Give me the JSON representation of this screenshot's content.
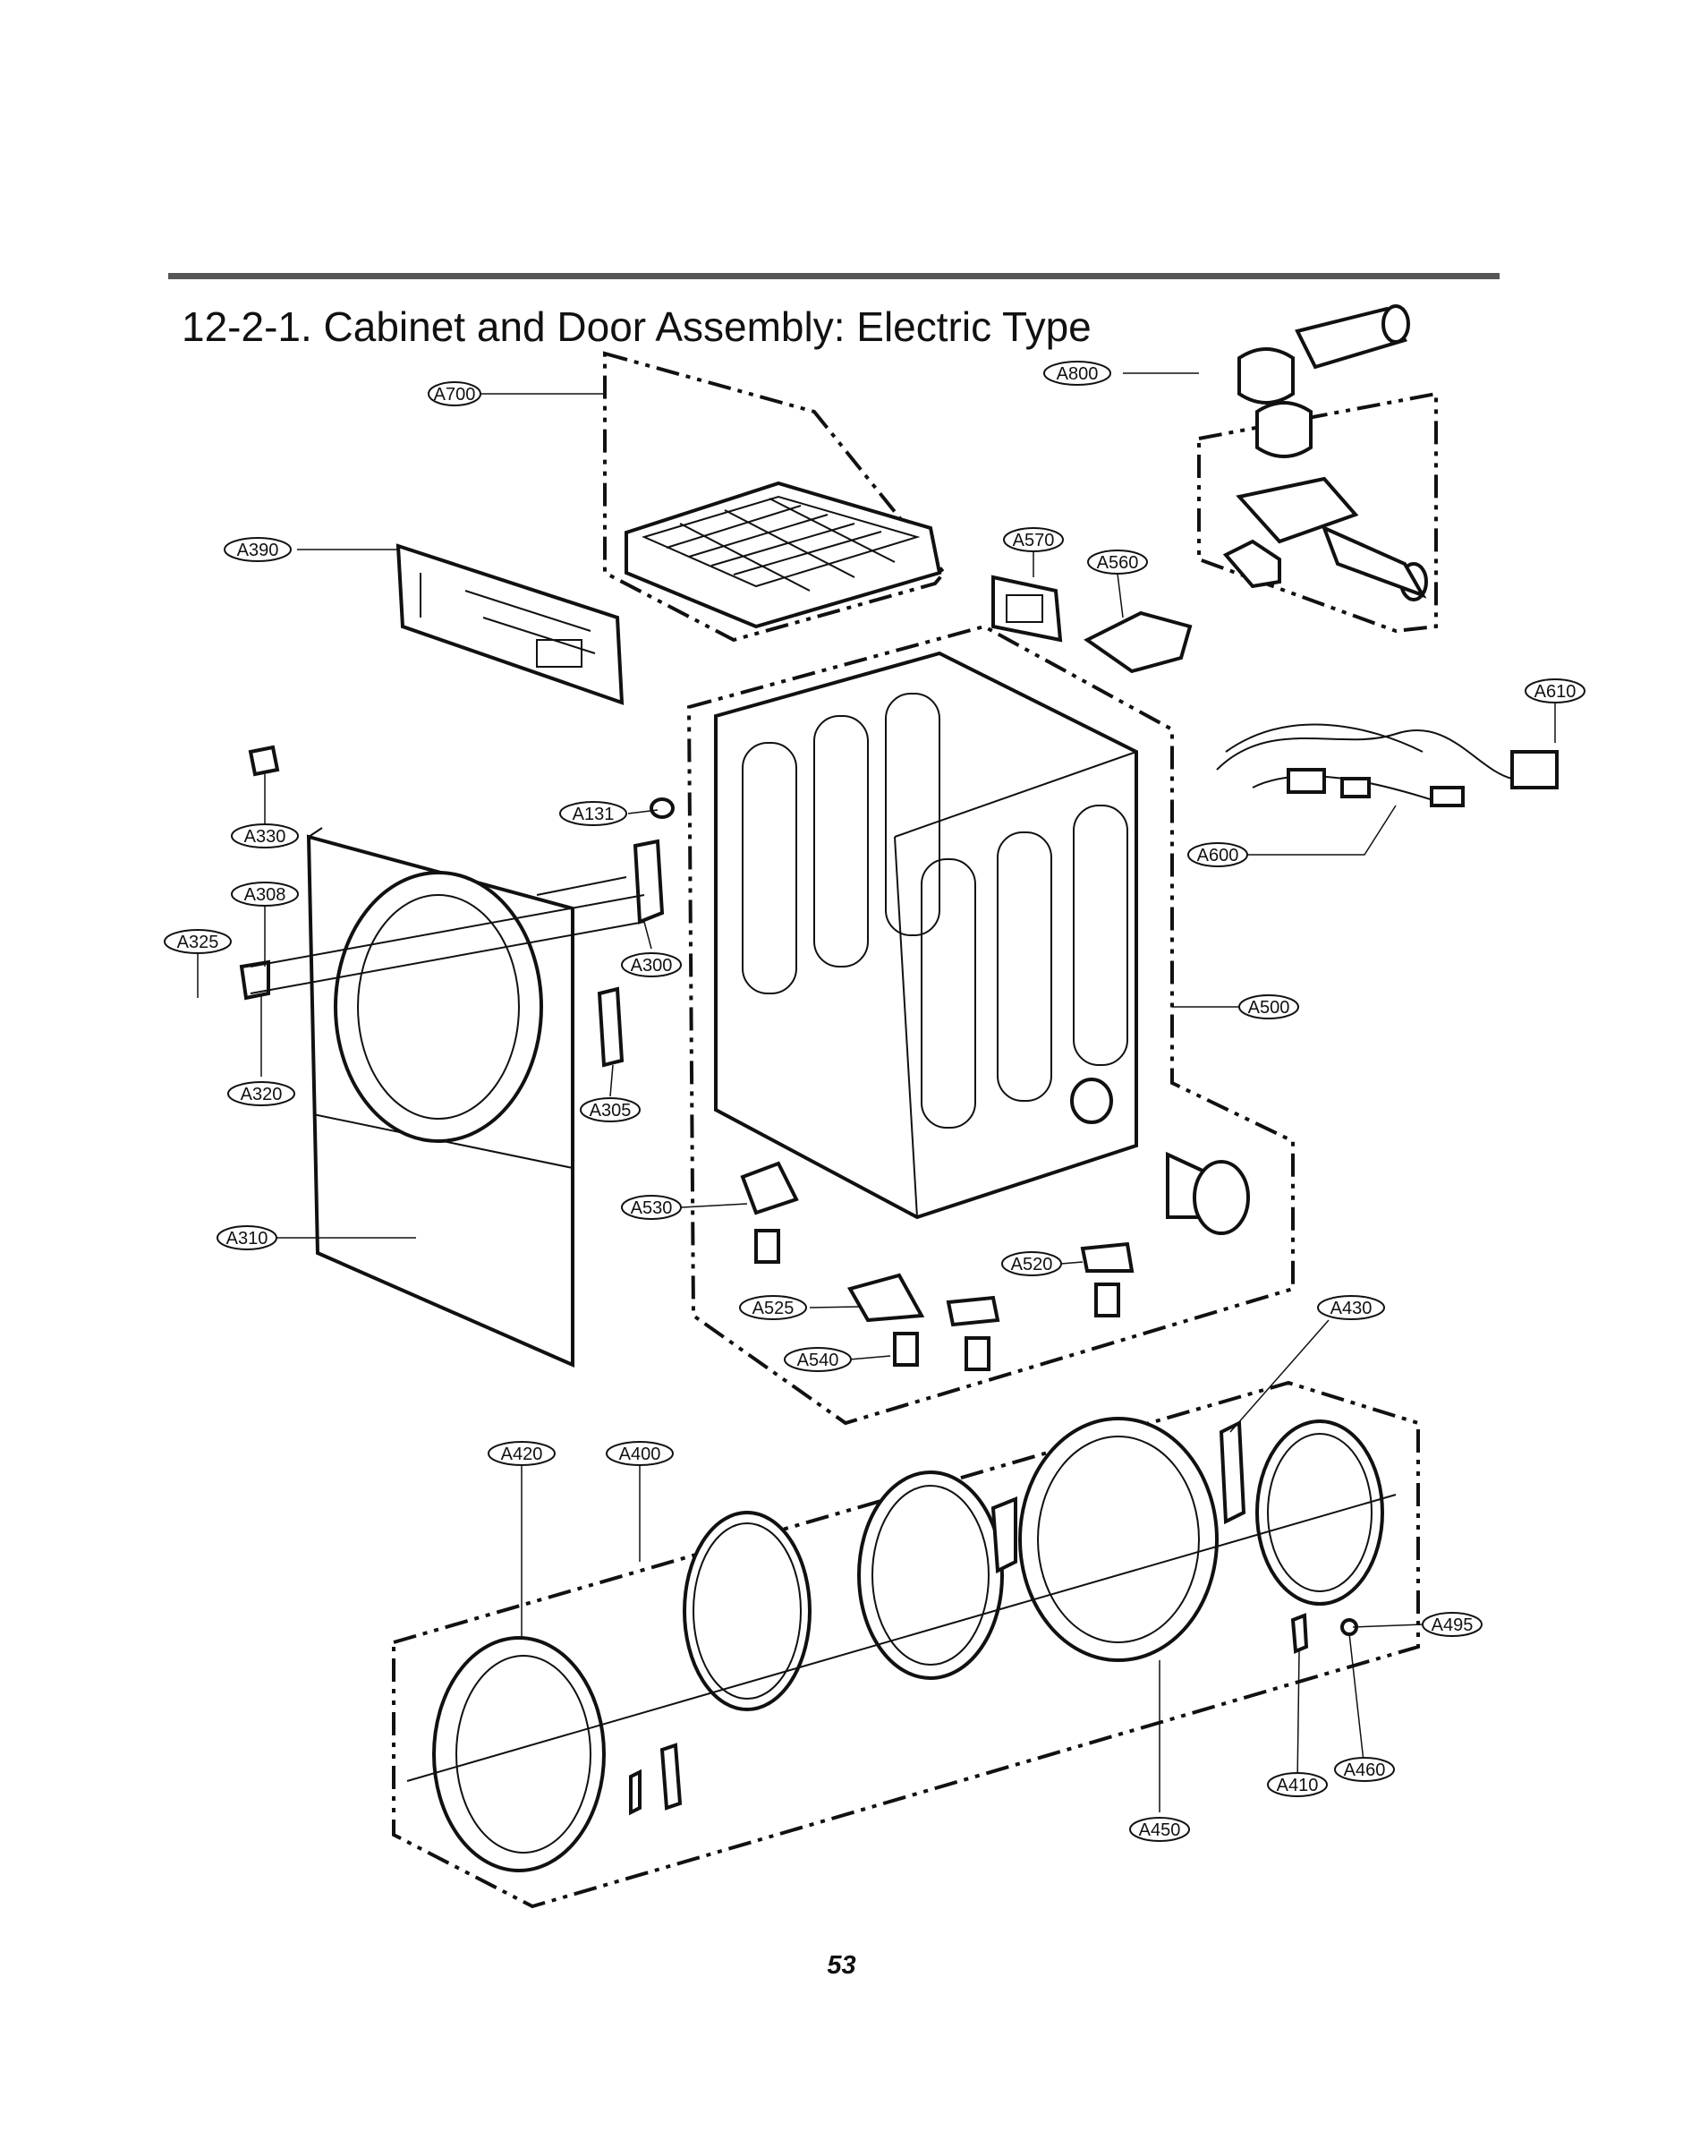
{
  "page": {
    "title": "12-2-1. Cabinet and Door Assembly: Electric Type",
    "page_number": "53"
  },
  "callouts": {
    "a700": "A700",
    "a390": "A390",
    "a800": "A800",
    "a570": "A570",
    "a560": "A560",
    "a610": "A610",
    "a600": "A600",
    "a131": "A131",
    "a330": "A330",
    "a308": "A308",
    "a325": "A325",
    "a300": "A300",
    "a500": "A500",
    "a320": "A320",
    "a305": "A305",
    "a530": "A530",
    "a310": "A310",
    "a520": "A520",
    "a525": "A525",
    "a430": "A430",
    "a540": "A540",
    "a420": "A420",
    "a400": "A400",
    "a495": "A495",
    "a460": "A460",
    "a410": "A410",
    "a450": "A450"
  }
}
